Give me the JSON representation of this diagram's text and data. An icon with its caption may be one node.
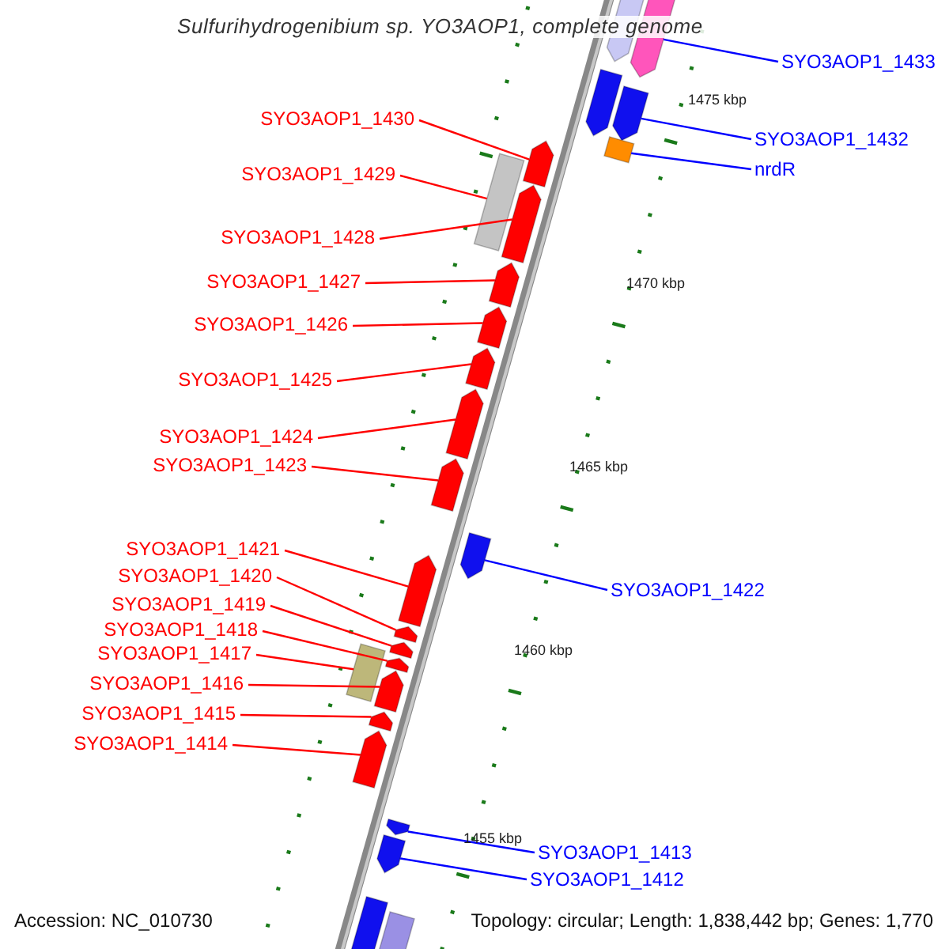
{
  "diagram": {
    "title": "Sulfurihydrogenibium sp. YO3AOP1, complete genome",
    "nodes": [
      {
        "text": [
          "SYO3AOP1_1433"
        ]
      },
      {
        "text": [
          "SYO3AOP1_1430"
        ]
      },
      {
        "text": [
          "SYO3AOP1_1432"
        ]
      },
      {
        "text": [
          "nrdR"
        ]
      },
      {
        "text": [
          "SYO3AOP1_1429"
        ]
      },
      {
        "text": [
          "SYO3AOP1_1428"
        ]
      },
      {
        "text": [
          "SYO3AOP1_1427"
        ]
      },
      {
        "text": [
          "SYO3AOP1_1426"
        ]
      },
      {
        "text": [
          "SYO3AOP1_1425"
        ]
      },
      {
        "text": [
          "SYO3AOP1_1424"
        ]
      },
      {
        "text": [
          "SYO3AOP1_1423"
        ]
      },
      {
        "text": [
          "SYO3AOP1_1421"
        ]
      },
      {
        "text": [
          "SYO3AOP1_1420"
        ]
      },
      {
        "text": [
          "SYO3AOP1_1422"
        ]
      },
      {
        "text": [
          "SYO3AOP1_1419"
        ]
      },
      {
        "text": [
          "SYO3AOP1_1418"
        ]
      },
      {
        "text": [
          "SYO3AOP1_1417"
        ]
      },
      {
        "text": [
          "SYO3AOP1_1416"
        ]
      },
      {
        "text": [
          "SYO3AOP1_1415"
        ]
      },
      {
        "text": [
          "SYO3AOP1_1414"
        ]
      },
      {
        "text": [
          "SYO3AOP1_1413"
        ]
      },
      {
        "text": [
          "SYO3AOP1_1412"
        ]
      },
      {
        "text": [],
        "shape": "arrow"
      },
      {
        "text": [],
        "shape": "arrow"
      },
      {
        "text": [],
        "shape": "arrow"
      },
      {
        "text": [],
        "shape": "arrow"
      },
      {
        "text": [],
        "shape": "box"
      },
      {
        "text": [],
        "shape": "arrow"
      },
      {
        "text": [],
        "shape": "box"
      },
      {
        "text": [],
        "shape": "arrow"
      },
      {
        "text": [],
        "shape": "arrow"
      },
      {
        "text": [],
        "shape": "arrow"
      },
      {
        "text": [],
        "shape": "arrow"
      },
      {
        "text": [],
        "shape": "arrow"
      },
      {
        "text": [],
        "shape": "arrow"
      },
      {
        "text": [],
        "shape": "arrow"
      },
      {
        "text": [],
        "shape": "arrow"
      },
      {
        "text": [],
        "shape": "arrow"
      },
      {
        "text": [],
        "shape": "arrow"
      },
      {
        "text": [],
        "shape": "arrow"
      },
      {
        "text": [],
        "shape": "box"
      },
      {
        "text": [],
        "shape": "arrow"
      },
      {
        "text": [],
        "shape": "arrow"
      },
      {
        "text": [],
        "shape": "arrow"
      },
      {
        "text": [],
        "shape": "arrow"
      },
      {
        "text": [],
        "shape": "arrow"
      },
      {
        "text": [],
        "shape": "arrow"
      },
      {
        "text": [],
        "shape": "arrow"
      }
    ],
    "edges": [
      {
        "from": 0,
        "to": 23,
        "arrow": "none",
        "color": "#0000ff"
      },
      {
        "from": 1,
        "to": 27,
        "arrow": "none"
      },
      {
        "from": 2,
        "to": 25,
        "arrow": "none",
        "color": "#0000ff"
      },
      {
        "from": 3,
        "to": 26,
        "arrow": "none",
        "color": "#0000ff"
      },
      {
        "from": 4,
        "to": 28,
        "arrow": "none"
      },
      {
        "from": 5,
        "to": 29,
        "arrow": "none"
      },
      {
        "from": 6,
        "to": 30,
        "arrow": "none"
      },
      {
        "from": 7,
        "to": 31,
        "arrow": "none"
      },
      {
        "from": 8,
        "to": 32,
        "arrow": "none"
      },
      {
        "from": 9,
        "to": 33,
        "arrow": "none"
      },
      {
        "from": 10,
        "to": 34,
        "arrow": "none"
      },
      {
        "from": 11,
        "to": 36,
        "arrow": "none"
      },
      {
        "from": 12,
        "to": 37,
        "arrow": "none"
      },
      {
        "from": 13,
        "to": 35,
        "arrow": "none",
        "color": "#0000ff"
      },
      {
        "from": 14,
        "to": 38,
        "arrow": "none"
      },
      {
        "from": 15,
        "to": 39,
        "arrow": "none"
      },
      {
        "from": 16,
        "to": 40,
        "arrow": "none"
      },
      {
        "from": 17,
        "to": 41,
        "arrow": "none"
      },
      {
        "from": 18,
        "to": 42,
        "arrow": "none"
      },
      {
        "from": 19,
        "to": 43,
        "arrow": "none"
      },
      {
        "from": 20,
        "to": 44,
        "arrow": "none",
        "color": "#0000ff"
      },
      {
        "from": 21,
        "to": 45,
        "arrow": "none",
        "color": "#0000ff"
      }
    ],
    "labels": [
      "1475 kbp",
      "1470 kbp",
      "1465 kbp",
      "1460 kbp",
      "1455 kbp",
      "Accession: NC_010730",
      "Topology: circular; Length: 1,838,442 bp; Genes: 1,770"
    ]
  }
}
